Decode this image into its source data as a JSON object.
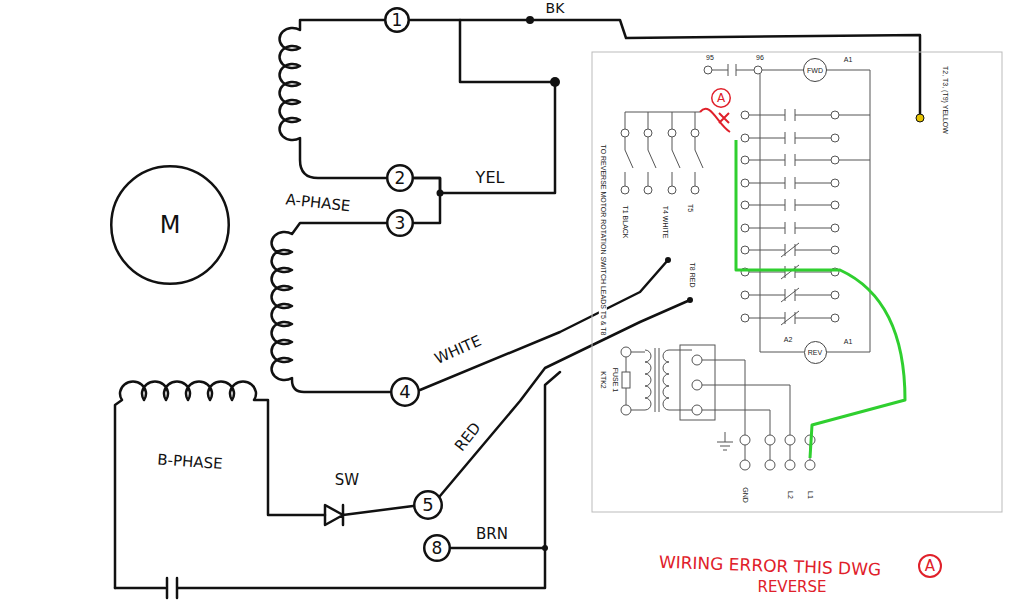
{
  "diagram": {
    "nodes": [
      {
        "text": [
          "M"
        ]
      },
      {
        "text": [
          "1"
        ]
      },
      {
        "text": [
          "2"
        ]
      },
      {
        "text": [
          "3"
        ]
      },
      {
        "text": [
          "4"
        ]
      },
      {
        "text": [
          "5"
        ]
      },
      {
        "text": [
          "8"
        ]
      },
      {
        "text": [
          "A"
        ]
      },
      {
        "text": [
          "FWD"
        ]
      },
      {
        "text": [
          "REV"
        ]
      },
      {
        "text": [
          "A"
        ]
      }
    ],
    "edges": [
      {
        "from": 1,
        "to": 2,
        "arrow": "none"
      },
      {
        "from": 2,
        "to": 3,
        "arrow": "none"
      }
    ],
    "labels": [
      "BK",
      "YEL",
      "A-PHASE",
      "WHITE",
      "B-PHASE",
      "SW",
      "RED",
      "BRN",
      "95",
      "96",
      "A1",
      "T2, T3, (T9) YELLOW",
      "T1 BLACK",
      "T4 WHITE",
      "T5",
      "TO REVERSE MOTOR ROTATION SWITCH LEADS T5 & T8",
      "T8 RED",
      "A2",
      "A1",
      "KTK2",
      "FUSE 1",
      "GND",
      "L2",
      "L1",
      "WIRING ERROR THIS DWG",
      "REVERSE"
    ]
  }
}
